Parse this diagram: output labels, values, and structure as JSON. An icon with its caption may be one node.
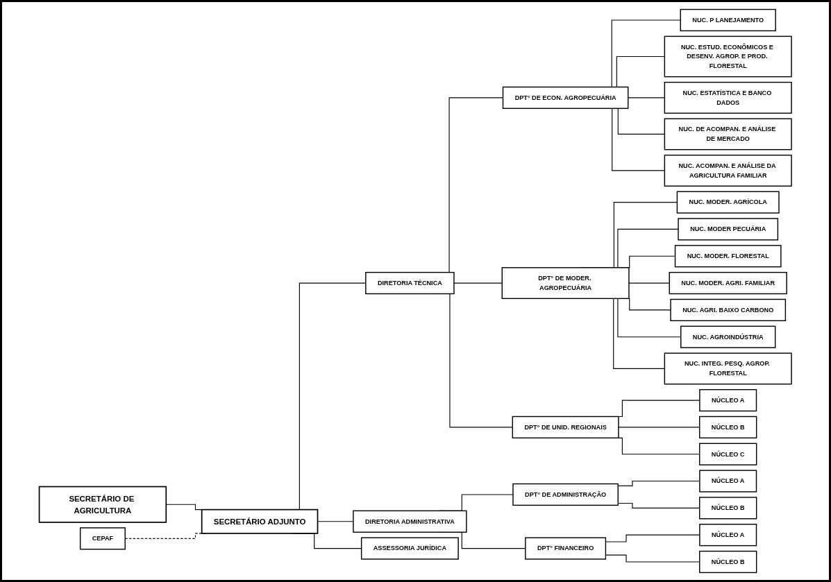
{
  "diagram": {
    "nodes": [
      {
        "text": [
          "SECRETÁRIO DE AGRICULTURA"
        ]
      },
      {
        "text": [
          "SECRETÁRIO ADJUNTO"
        ]
      },
      {
        "text": [
          "CEPAF"
        ]
      },
      {
        "text": [
          "ASSESSORIA JURÍDICA"
        ]
      },
      {
        "text": [
          "DIRETORIA TÉCNICA"
        ]
      },
      {
        "text": [
          "DIRETORIA ADMINISTRATIVA"
        ]
      },
      {
        "text": [
          "DPT° DE ECON. AGROPECUÁRIA"
        ]
      },
      {
        "text": [
          "DPT° DE MODER. AGROPECUÁRIA"
        ]
      },
      {
        "text": [
          "DPT° DE UNID. REGIONAIS"
        ]
      },
      {
        "text": [
          "DPT° DE ADMINISTRAÇÃO"
        ]
      },
      {
        "text": [
          "DPT° FINANCEIRO"
        ]
      },
      {
        "text": [
          "NUC. P LANEJAMENTO"
        ]
      },
      {
        "text": [
          "NUC. ESTUD. ECONÔMICOS E DESENV. AGROP. E PROD. FLORESTAL"
        ]
      },
      {
        "text": [
          "NUC. ESTATÍSTICA E BANCO DADOS"
        ]
      },
      {
        "text": [
          "NUC. DE ACOMPAN. E ANÁLISE DE MERCADO"
        ]
      },
      {
        "text": [
          "NUC. ACOMPAN. E ANÁLISE DA AGRICULTURA FAMILIAR"
        ]
      },
      {
        "text": [
          "NUC. MODER. AGRÍCOLA"
        ]
      },
      {
        "text": [
          "NUC. MODER PECUÁRIA"
        ]
      },
      {
        "text": [
          "NUC. MODER. FLORESTAL"
        ]
      },
      {
        "text": [
          "NUC. MODER. AGRI. FAMILIAR"
        ]
      },
      {
        "text": [
          "NUC. AGRI. BAIXO CARBONO"
        ]
      },
      {
        "text": [
          "NUC. AGROINDÚSTRIA"
        ]
      },
      {
        "text": [
          "NUC. INTEG. PESQ. AGROP. FLORESTAL"
        ]
      },
      {
        "text": [
          "NÚCLEO A"
        ]
      },
      {
        "text": [
          "NÚCLEO B"
        ]
      },
      {
        "text": [
          "NÚCLEO C"
        ]
      },
      {
        "text": [
          "NÚCLEO A"
        ]
      },
      {
        "text": [
          "NÚCLEO B"
        ]
      },
      {
        "text": [
          "NÚCLEO A"
        ]
      },
      {
        "text": [
          "NÚCLEO B"
        ]
      }
    ],
    "edges": [
      {
        "from": 0,
        "to": 1,
        "arrow": "none"
      },
      {
        "from": 2,
        "to": 1,
        "arrow": "none",
        "style": "dashed"
      },
      {
        "from": 1,
        "to": 3,
        "arrow": "none"
      },
      {
        "from": 1,
        "to": 4,
        "arrow": "none"
      },
      {
        "from": 1,
        "to": 5,
        "arrow": "none"
      },
      {
        "from": 4,
        "to": 6,
        "arrow": "none"
      },
      {
        "from": 4,
        "to": 7,
        "arrow": "none"
      },
      {
        "from": 4,
        "to": 8,
        "arrow": "none"
      },
      {
        "from": 5,
        "to": 9,
        "arrow": "none"
      },
      {
        "from": 5,
        "to": 10,
        "arrow": "none"
      },
      {
        "from": 6,
        "to": 11,
        "arrow": "none"
      },
      {
        "from": 6,
        "to": 12,
        "arrow": "none"
      },
      {
        "from": 6,
        "to": 13,
        "arrow": "none"
      },
      {
        "from": 6,
        "to": 14,
        "arrow": "none"
      },
      {
        "from": 6,
        "to": 15,
        "arrow": "none"
      },
      {
        "from": 7,
        "to": 16,
        "arrow": "none"
      },
      {
        "from": 7,
        "to": 17,
        "arrow": "none"
      },
      {
        "from": 7,
        "to": 18,
        "arrow": "none"
      },
      {
        "from": 7,
        "to": 19,
        "arrow": "none"
      },
      {
        "from": 7,
        "to": 20,
        "arrow": "none"
      },
      {
        "from": 7,
        "to": 21,
        "arrow": "none"
      },
      {
        "from": 7,
        "to": 22,
        "arrow": "none"
      },
      {
        "from": 8,
        "to": 23,
        "arrow": "none"
      },
      {
        "from": 8,
        "to": 24,
        "arrow": "none"
      },
      {
        "from": 8,
        "to": 25,
        "arrow": "none"
      },
      {
        "from": 9,
        "to": 26,
        "arrow": "none"
      },
      {
        "from": 9,
        "to": 27,
        "arrow": "none"
      },
      {
        "from": 10,
        "to": 28,
        "arrow": "none"
      },
      {
        "from": 10,
        "to": 29,
        "arrow": "none"
      }
    ]
  }
}
